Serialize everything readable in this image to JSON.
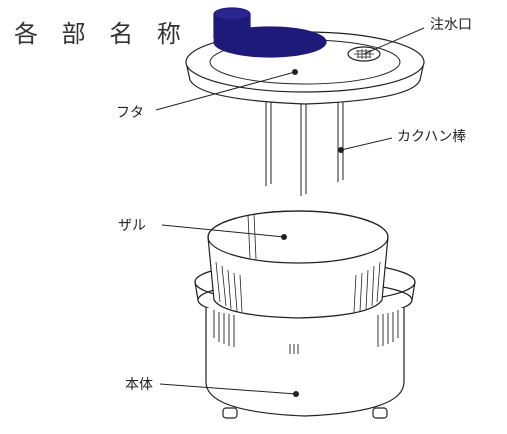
{
  "title": "各 部 名 称",
  "labels": {
    "lid": "フタ",
    "water_inlet": "注水口",
    "stirrer": "カクハン棒",
    "colander": "ザル",
    "body": "本体"
  },
  "colors": {
    "line": "#222222",
    "knob_fill": "#1e1a7a",
    "background": "#ffffff"
  }
}
